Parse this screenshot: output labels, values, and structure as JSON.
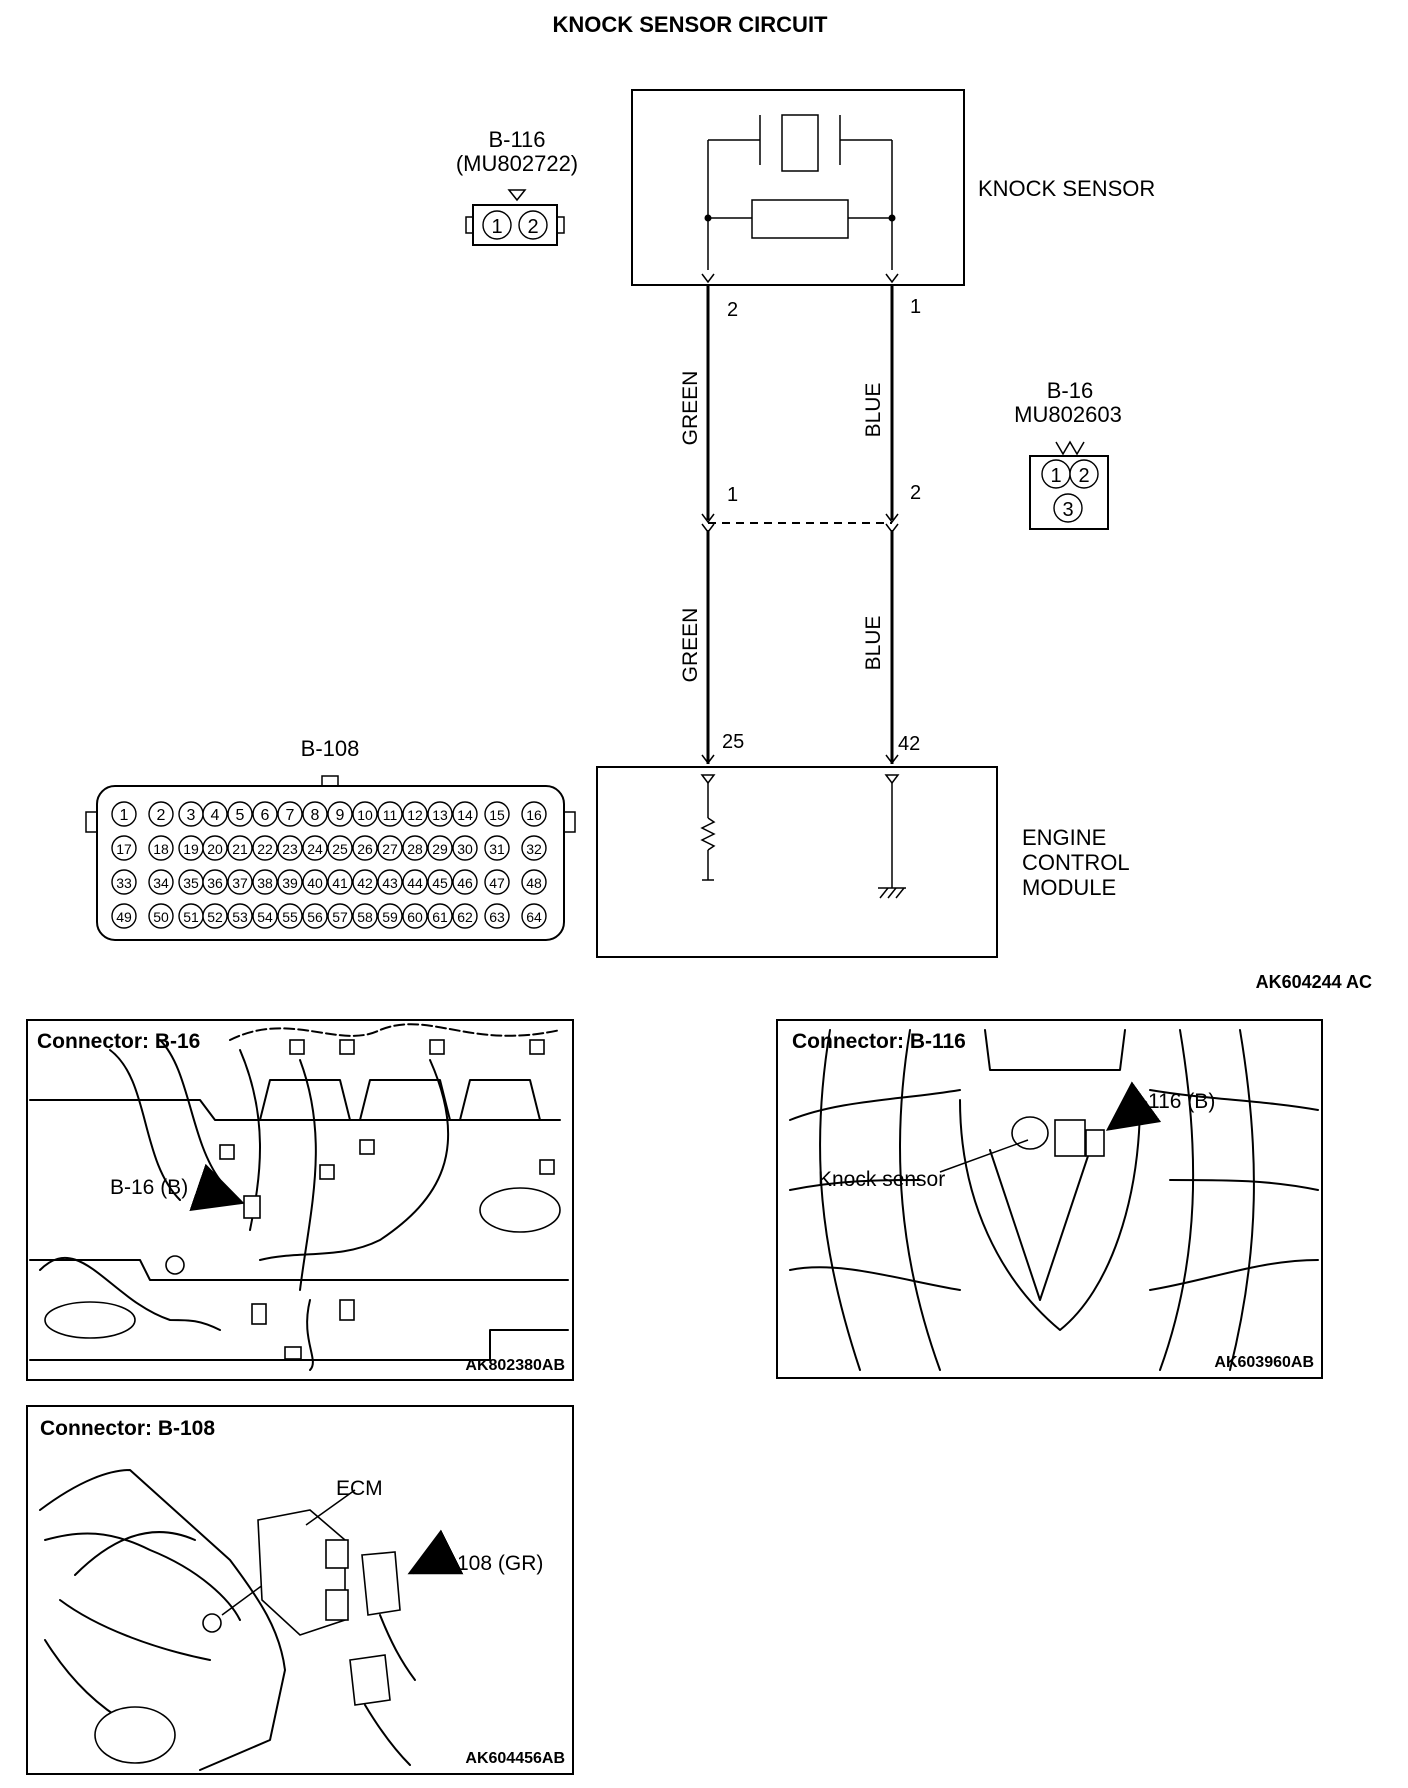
{
  "title": "KNOCK SENSOR CIRCUIT",
  "components": {
    "knock_sensor": "KNOCK SENSOR",
    "ecm": [
      "ENGINE",
      "CONTROL",
      "MODULE"
    ]
  },
  "connectors": {
    "b116": {
      "id": "B-116",
      "part": "(MU802722)",
      "pins": [
        "1",
        "2"
      ]
    },
    "b16": {
      "id": "B-16",
      "part": "MU802603",
      "pins": [
        "1",
        "2",
        "3"
      ]
    },
    "b108": {
      "id": "B-108",
      "pin_count": 64
    }
  },
  "wires": {
    "green": {
      "color": "GREEN",
      "sensor_pin": "2",
      "b16_pin": "1",
      "ecm_pin": "25"
    },
    "blue": {
      "color": "BLUE",
      "sensor_pin": "1",
      "b16_pin": "2",
      "ecm_pin": "42"
    }
  },
  "diagram_code": "AK604244 AC",
  "panels": {
    "b16": {
      "title": "Connector: B-16",
      "callout": "B-16 (B)",
      "code": "AK802380AB"
    },
    "b116": {
      "title": "Connector: B-116",
      "callout": "B-116 (B)",
      "label": "Knock sensor",
      "code": "AK603960AB"
    },
    "b108": {
      "title": "Connector: B-108",
      "label": "ECM",
      "callout": "B-108 (GR)",
      "code": "AK604456AB"
    }
  }
}
